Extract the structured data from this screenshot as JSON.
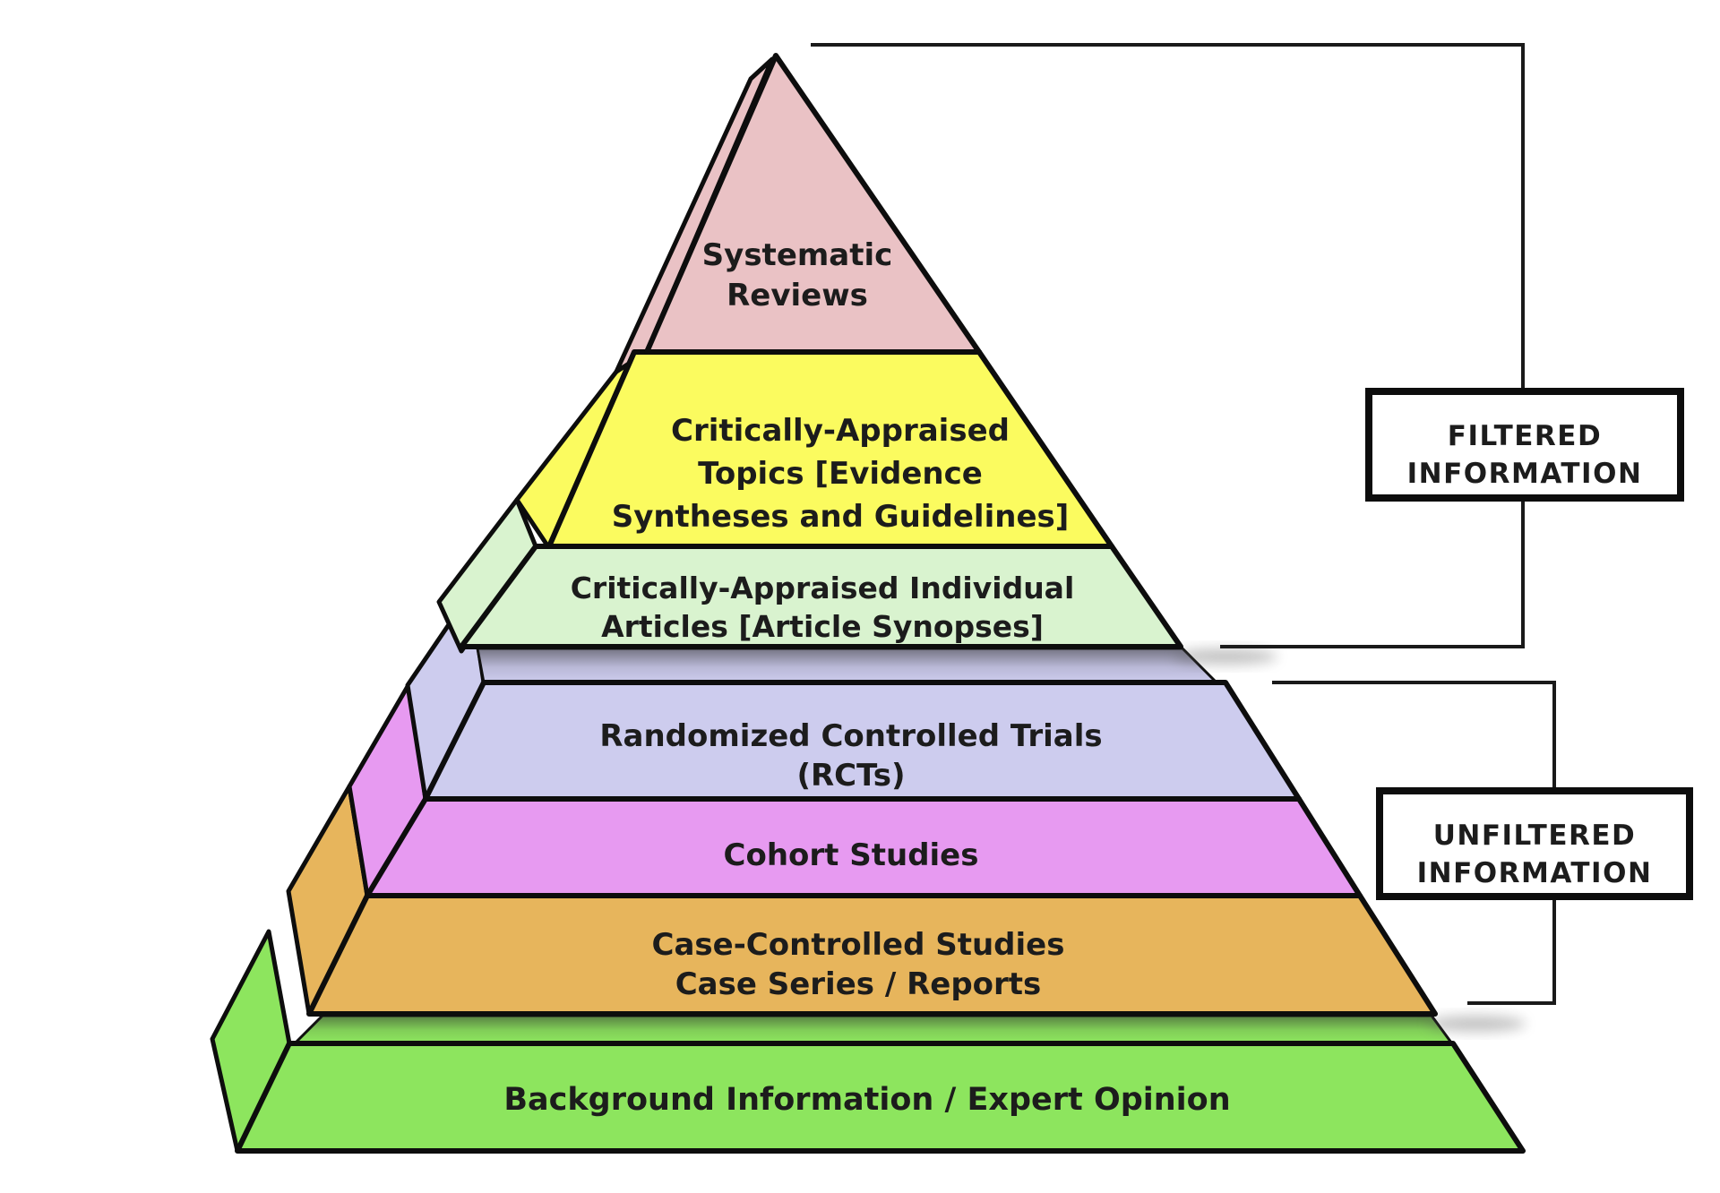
{
  "diagram": {
    "background": "#ffffff",
    "outline_color": "#0d0d0d",
    "text_color": "#1c1c1c",
    "levels": [
      {
        "name": "systematic-reviews",
        "lines": [
          "Systematic",
          "Reviews"
        ],
        "fill": "#eac2c5"
      },
      {
        "name": "critically-appraised-topics",
        "lines": [
          "Critically-Appraised",
          "Topics [Evidence",
          "Syntheses and Guidelines]"
        ],
        "fill": "#fbfb5f"
      },
      {
        "name": "critically-appraised-individual-articles",
        "lines": [
          "Critically-Appraised Individual",
          "Articles [Article Synopses]"
        ],
        "fill": "#d9f3cf"
      },
      {
        "name": "randomized-controlled-trials",
        "lines": [
          "Randomized Controlled Trials",
          "(RCTs)"
        ],
        "fill": "#cdccee"
      },
      {
        "name": "cohort-studies",
        "lines": [
          "Cohort Studies"
        ],
        "fill": "#e79af1"
      },
      {
        "name": "case-controlled-studies",
        "lines": [
          "Case-Controlled Studies",
          "Case Series / Reports"
        ],
        "fill": "#e7b55c"
      },
      {
        "name": "background-information",
        "lines": [
          "Background Information / Expert Opinion"
        ],
        "fill": "#8de55e"
      }
    ],
    "side_labels": {
      "filtered": {
        "lines": [
          "FILTERED",
          "INFORMATION"
        ],
        "box_fill": "#ffffff"
      },
      "unfiltered": {
        "lines": [
          "UNFILTERED",
          "INFORMATION"
        ],
        "box_fill": "#ffffff"
      }
    }
  }
}
